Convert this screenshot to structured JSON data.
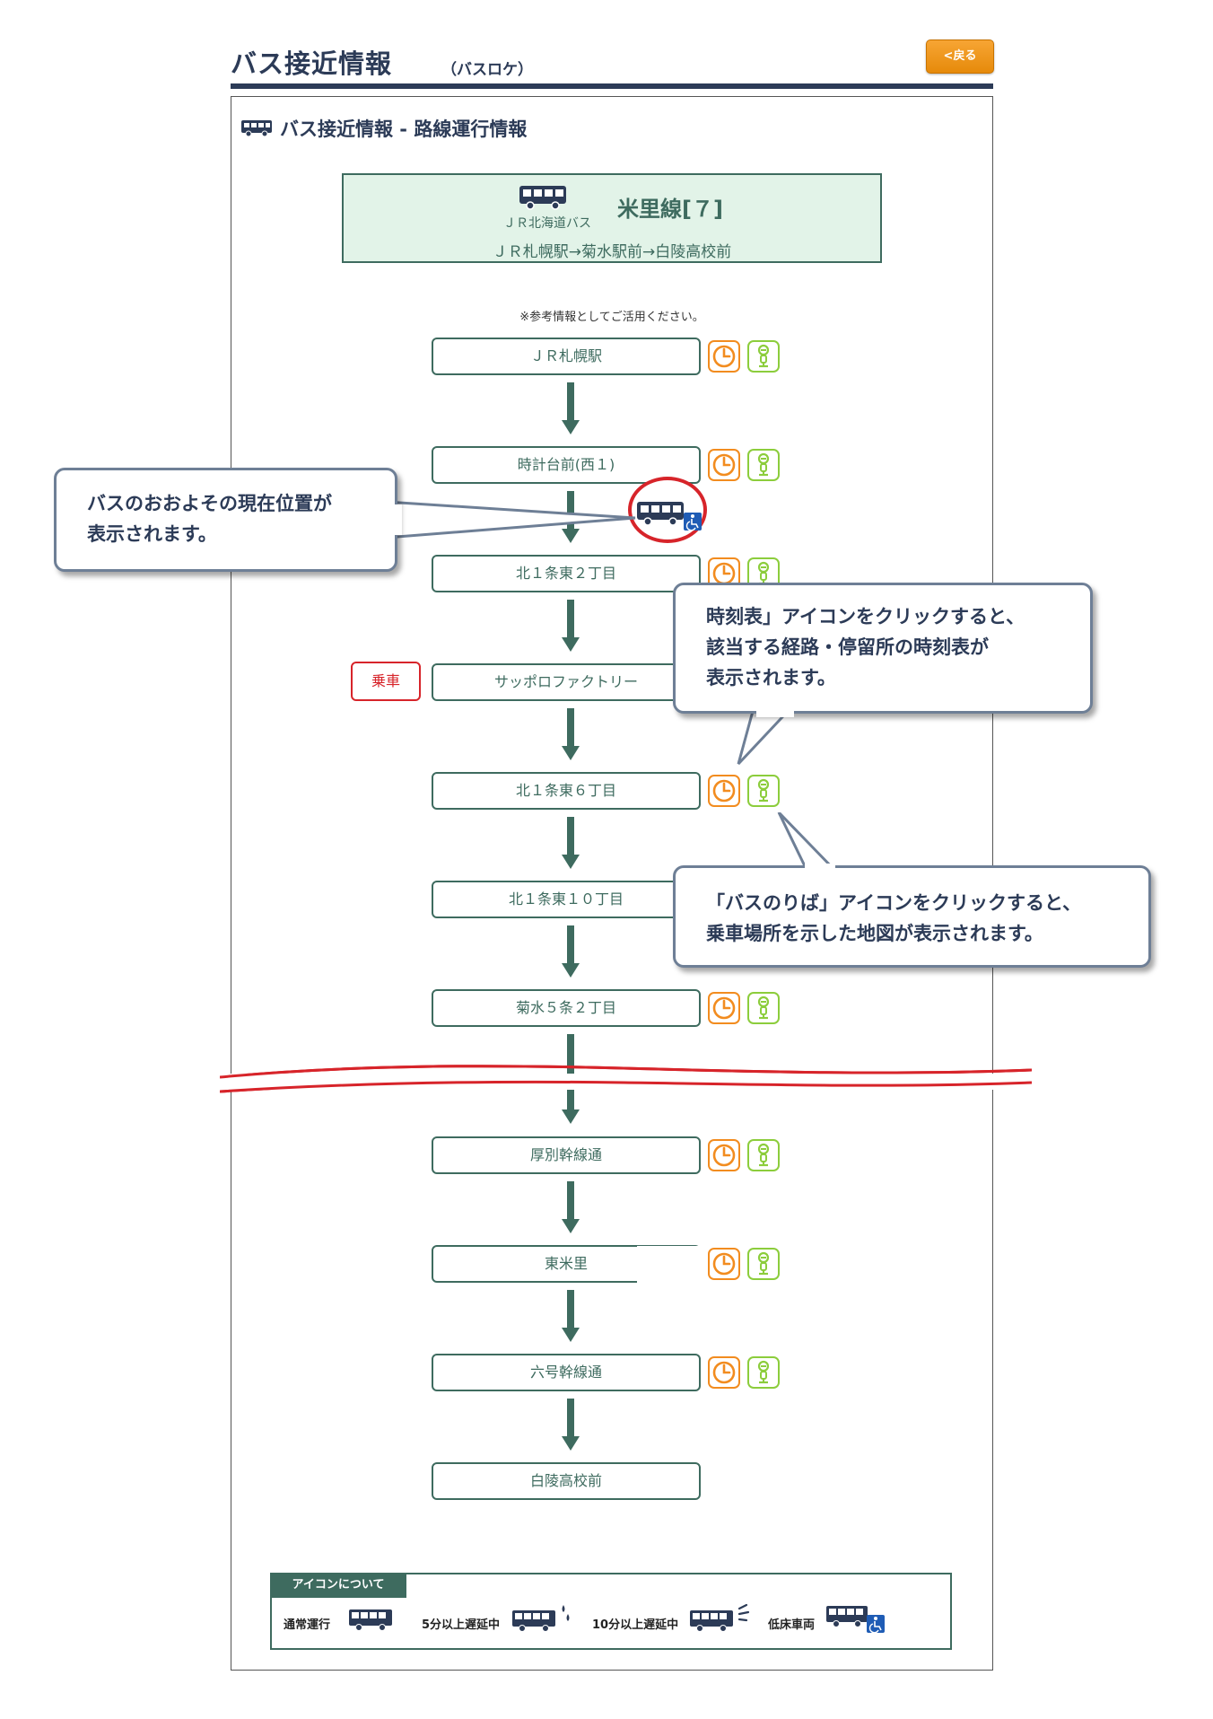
{
  "header": {
    "title": "バス接近情報",
    "subtitle": "（バスロケ）",
    "back_label": "<戻る"
  },
  "section": {
    "title": "バス接近情報 - 路線運行情報"
  },
  "route": {
    "company": "ＪＲ北海道バス",
    "name": "米里線[７]",
    "path": "ＪＲ札幌駅→菊水駅前→白陵高校前"
  },
  "note": "※参考情報としてご活用ください。",
  "stops": [
    {
      "name": "ＪＲ札幌駅"
    },
    {
      "name": "時計台前(西１)"
    },
    {
      "name": "北１条東２丁目"
    },
    {
      "name": "サッポロファクトリー"
    },
    {
      "name": "北１条東６丁目"
    },
    {
      "name": "北１条東１０丁目"
    },
    {
      "name": "菊水５条２丁目"
    },
    {
      "name": "厚別幹線通"
    },
    {
      "name": "東米里"
    },
    {
      "name": "六号幹線通"
    },
    {
      "name": "白陵高校前"
    }
  ],
  "boarding_label": "乗車",
  "callouts": {
    "bus_position": [
      "バスのおおよその現在位置が",
      "表示されます。"
    ],
    "timetable": [
      "時刻表」アイコンをクリックすると、",
      "該当する経路・停留所の時刻表が",
      "表示されます。"
    ],
    "bus_stop_map": [
      "「バスのりば」アイコンをクリックすると、",
      "乗車場所を示した地図が表示されます。"
    ]
  },
  "legend": {
    "title": "アイコンについて",
    "items": [
      {
        "label": "通常運行",
        "icon": "bus-normal-icon"
      },
      {
        "label": "5分以上遅延中",
        "icon": "bus-delay-5-icon"
      },
      {
        "label": "10分以上遅延中",
        "icon": "bus-delay-10-icon"
      },
      {
        "label": "低床車両",
        "icon": "bus-low-floor-icon"
      }
    ]
  },
  "colors": {
    "accent": "#3e6b5f",
    "navy": "#2c3b57",
    "clock": "#f28c1f",
    "pole": "#8ccd3c",
    "boarding": "#d7242a"
  }
}
